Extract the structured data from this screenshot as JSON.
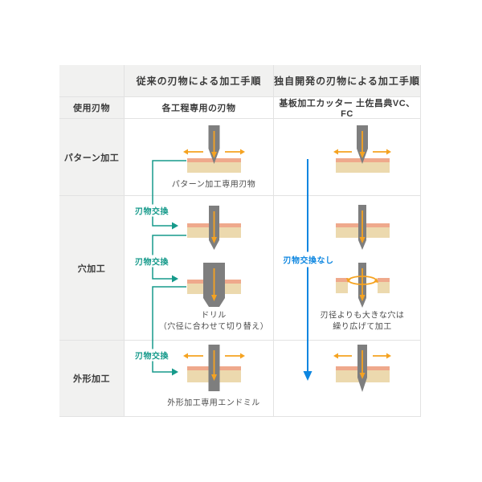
{
  "header": {
    "conventional": "従来の刃物による加工手順",
    "proprietary": "独自開発の刃物による加工手順"
  },
  "tools": {
    "label": "使用刃物",
    "conventional": "各工程専用の刃物",
    "proprietary": "基板加工カッター 土佐昌典VC、FC"
  },
  "rows": {
    "pattern": {
      "label": "パターン加工",
      "conventional_caption": "パターン加工専用刃物"
    },
    "hole": {
      "label": "穴加工",
      "conventional_caption_1": "ドリル",
      "conventional_caption_2": "（穴径に合わせて切り替え）",
      "proprietary_caption_1": "刃径よりも大きな穴は",
      "proprietary_caption_2": "繰り広げて加工"
    },
    "outline": {
      "label": "外形加工",
      "conventional_caption": "外形加工専用エンドミル"
    }
  },
  "annotations": {
    "blade_change": "刃物交換",
    "no_blade_change": "刃物交換なし"
  },
  "colors": {
    "teal_connector": "#169a8b",
    "blue_connector": "#0d86e0",
    "arrow_orange": "#f5a321",
    "blade_gray": "#7e7e7e",
    "board_top_layer": "#efa98c",
    "board_body": "#ecd9ae",
    "cell_gray": "#f1f1f0",
    "cell_border": "#e2e2e2",
    "text_dark": "#3a3a3a"
  },
  "icons": {
    "blade": "blade-icon",
    "board": "circuit-board-icon",
    "down_arrow": "down-arrow-icon",
    "left_arrow": "left-arrow-icon",
    "right_arrow": "right-arrow-icon",
    "rotation": "rotation-arrow-icon"
  }
}
